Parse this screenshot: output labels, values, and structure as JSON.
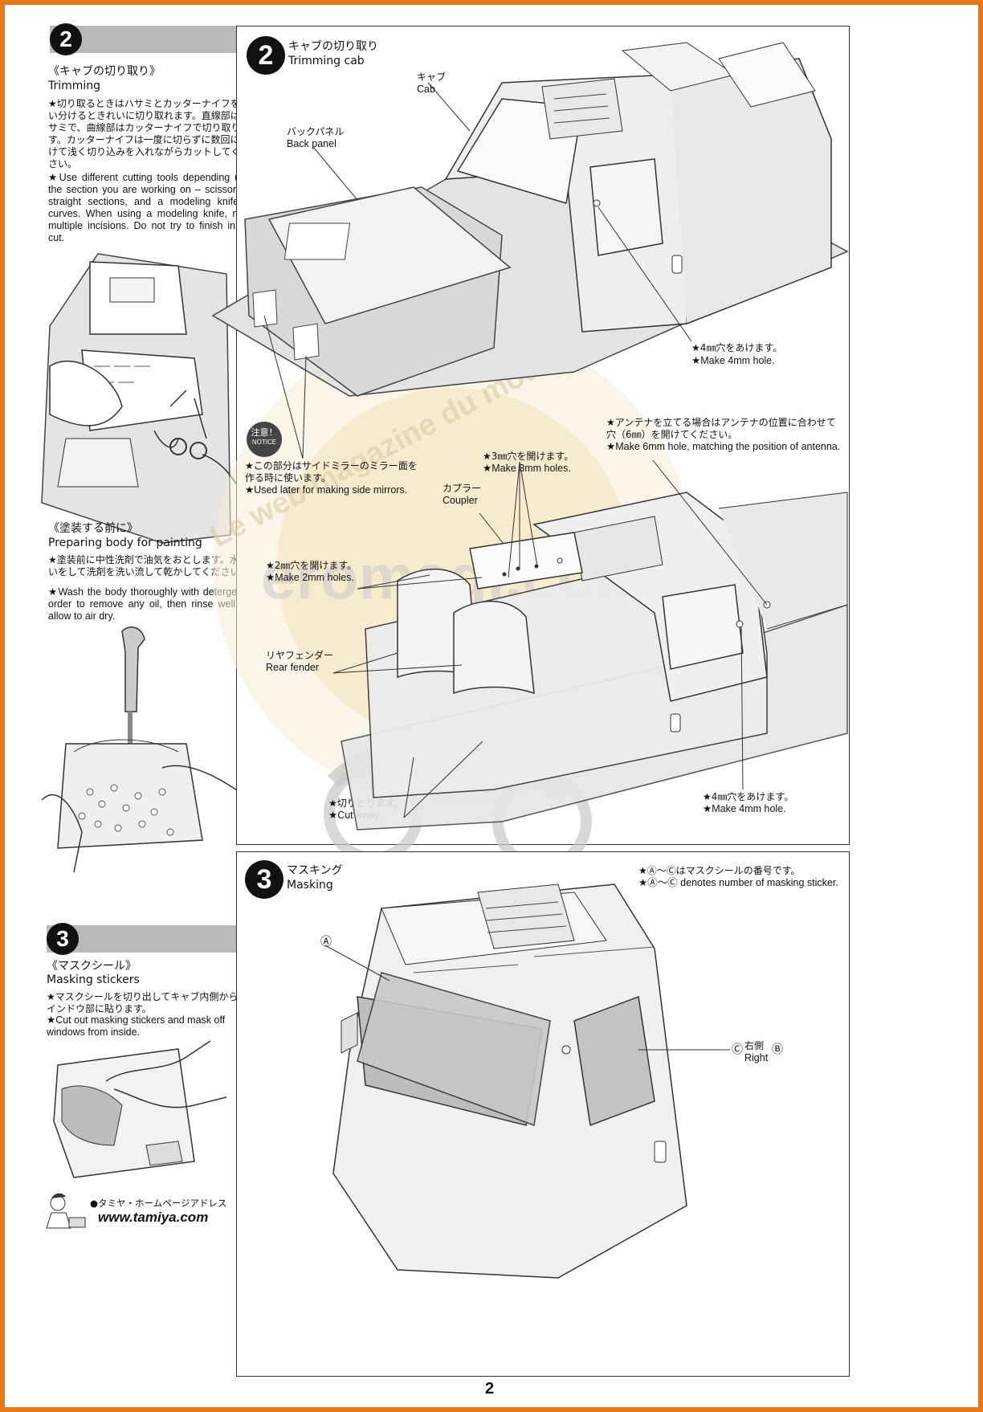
{
  "left": {
    "step2": {
      "number": "2",
      "title_jp": "《キャブの切り取り》",
      "title_en": "Trimming",
      "text_jp": "★切り取るときはハサミとカッターナイフを使い分けるときれいに切り取れます。直線部はハサミで、曲線部はカッターナイフで切り取ります。カッターナイフは一度に切らずに数回にわけて浅く切り込みを入れながらカットしてください。",
      "text_en": "★Use different cutting tools depending upon the section you are working on – scissors for straight sections, and a modeling knife for curves. When using a modeling knife, make multiple incisions. Do not try to finish in one cut."
    },
    "painting": {
      "title_jp": "《塗装する前に》",
      "title_en": "Preparing body for painting",
      "text_jp": "★塗装前に中性洗剤で油気をおとします。水洗いをして洗剤を洗い流して乾かしてください。",
      "text_en": "★Wash the body thoroughly with detergent in order to remove any oil, then rinse well and allow to air dry."
    },
    "step3": {
      "number": "3",
      "title_jp": "《マスクシール》",
      "title_en": "Masking stickers",
      "text_jp": "★マスクシールを切り出してキャブ内側からウインドウ部に貼ります。",
      "text_en": "★Cut out masking stickers and mask off windows from inside."
    },
    "footer": {
      "jp": "●タミヤ・ホームページアドレス",
      "url": "www.tamiya.com"
    }
  },
  "panel2": {
    "number": "2",
    "title_jp": "キャブの切り取り",
    "title_en": "Trimming cab",
    "cab_jp": "キャブ",
    "cab_en": "Cab",
    "back_jp": "バックパネル",
    "back_en": "Back panel",
    "hole4a_jp": "★4㎜穴をあけます。",
    "hole4a_en": "★Make 4mm hole.",
    "notice_jp": "注意！",
    "notice_en": "NOTICE",
    "mirror_jp1": "★この部分はサイドミラーのミラー面を",
    "mirror_jp2": "作る時に使います。",
    "mirror_en": "★Used later for making side mirrors.",
    "antenna_jp1": "★アンテナを立てる場合はアンテナの位置に合わせて",
    "antenna_jp2": "穴（6㎜）を開けてください。",
    "antenna_en": "★Make 6mm hole, matching the position of antenna.",
    "hole3_jp": "★3㎜穴を開けます。",
    "hole3_en": "★Make 3mm holes.",
    "coupler_jp": "カプラー",
    "coupler_en": "Coupler",
    "hole2_jp": "★2㎜穴を開けます。",
    "hole2_en": "★Make 2mm holes.",
    "fender_jp": "リヤフェンダー",
    "fender_en": "Rear fender",
    "cut_jp": "★切りとります。",
    "cut_en": "★Cut away.",
    "hole4b_jp": "★4㎜穴をあけます。",
    "hole4b_en": "★Make 4mm hole."
  },
  "panel3": {
    "number": "3",
    "title_jp": "マスキング",
    "title_en": "Masking",
    "note_jp": "★Ⓐ～Ⓒはマスクシールの番号です。",
    "note_en": "★Ⓐ～Ⓒ denotes number of masking sticker.",
    "label_a": "Ⓐ",
    "label_c": "Ⓒ",
    "label_b": "Ⓑ",
    "right_jp": "右側",
    "right_en": "Right"
  },
  "watermark": {
    "line1": "Le web magazine du modelisme",
    "line2": "eromagi.com"
  },
  "page_number": "2"
}
